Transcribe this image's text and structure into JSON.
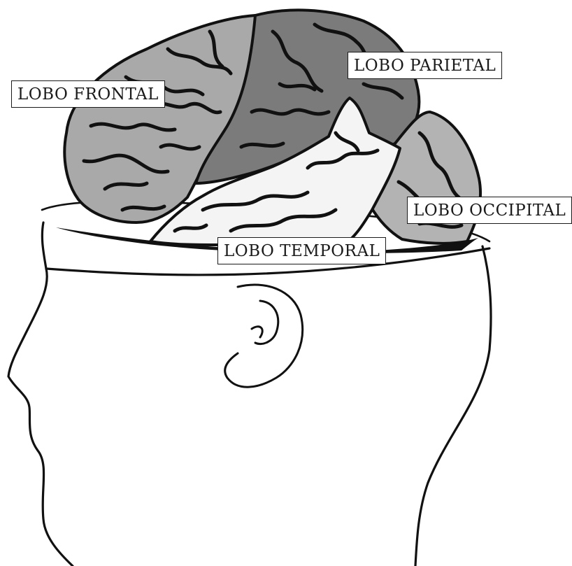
{
  "figure": {
    "colors": {
      "frontal": "#a9a9a9",
      "parietal": "#7b7b7b",
      "temporal": "#f4f4f4",
      "occipital": "#b3b3b3",
      "outline": "#111111"
    }
  },
  "labels": {
    "frontal": "LOBO FRONTAL",
    "parietal": "LOBO PARIETAL",
    "occipital": "LOBO OCCIPITAL",
    "temporal": "LOBO TEMPORAL"
  }
}
